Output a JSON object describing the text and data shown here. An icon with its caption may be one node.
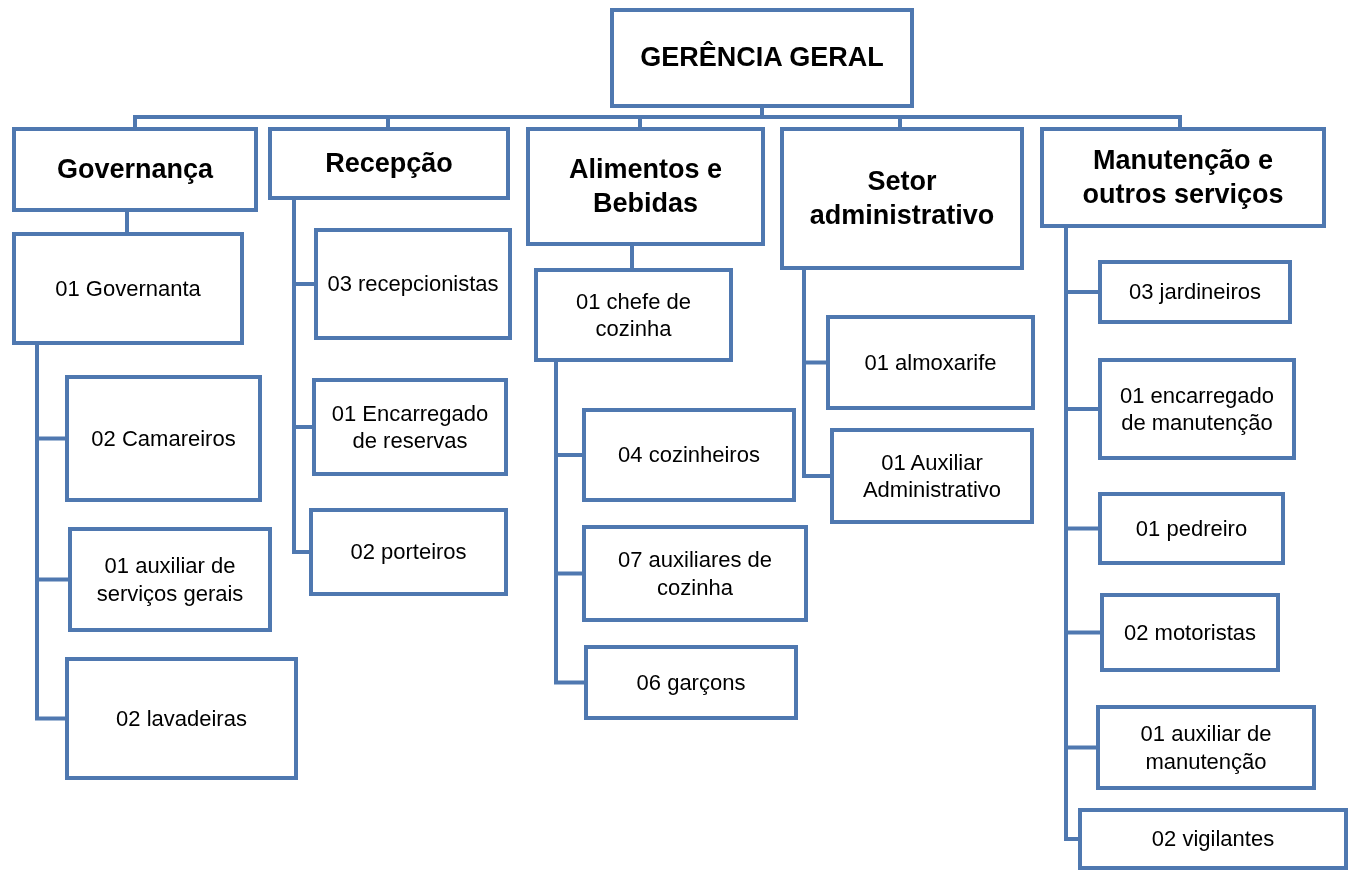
{
  "diagram": {
    "nodes": [
      {
        "text": [
          "GERÊNCIA GERAL"
        ]
      },
      {
        "text": [
          "Governança"
        ]
      },
      {
        "text": [
          "Recepção"
        ]
      },
      {
        "text": [
          "Alimentos e Bebidas"
        ]
      },
      {
        "text": [
          "Setor administrativo"
        ]
      },
      {
        "text": [
          "Manutenção e outros serviços"
        ]
      },
      {
        "text": [
          "01 Governanta"
        ]
      },
      {
        "text": [
          "02 Camareiros"
        ]
      },
      {
        "text": [
          "01 auxiliar de serviços gerais"
        ]
      },
      {
        "text": [
          "02 lavadeiras"
        ]
      },
      {
        "text": [
          "03 recepcionistas"
        ]
      },
      {
        "text": [
          "01 Encarregado de reservas"
        ]
      },
      {
        "text": [
          "02 porteiros"
        ]
      },
      {
        "text": [
          "01 chefe de cozinha"
        ]
      },
      {
        "text": [
          "04 cozinheiros"
        ]
      },
      {
        "text": [
          "07 auxiliares de cozinha"
        ]
      },
      {
        "text": [
          "06 garçons"
        ]
      },
      {
        "text": [
          "01 almoxarife"
        ]
      },
      {
        "text": [
          "01 Auxiliar Administrativo"
        ]
      },
      {
        "text": [
          "03 jardineiros"
        ]
      },
      {
        "text": [
          "01 encarregado de manutenção"
        ]
      },
      {
        "text": [
          "01 pedreiro"
        ]
      },
      {
        "text": [
          "02 motoristas"
        ]
      },
      {
        "text": [
          "01 auxiliar de manutenção"
        ]
      },
      {
        "text": [
          "02 vigilantes"
        ]
      }
    ],
    "edges": [
      {
        "from": 0,
        "to": 1,
        "arrow": "none"
      },
      {
        "from": 0,
        "to": 2,
        "arrow": "none"
      },
      {
        "from": 0,
        "to": 3,
        "arrow": "none"
      },
      {
        "from": 0,
        "to": 4,
        "arrow": "none"
      },
      {
        "from": 0,
        "to": 5,
        "arrow": "none"
      },
      {
        "from": 1,
        "to": 6,
        "arrow": "none"
      },
      {
        "from": 6,
        "to": 7,
        "arrow": "none"
      },
      {
        "from": 6,
        "to": 8,
        "arrow": "none"
      },
      {
        "from": 6,
        "to": 9,
        "arrow": "none"
      },
      {
        "from": 2,
        "to": 10,
        "arrow": "none"
      },
      {
        "from": 2,
        "to": 11,
        "arrow": "none"
      },
      {
        "from": 2,
        "to": 12,
        "arrow": "none"
      },
      {
        "from": 3,
        "to": 13,
        "arrow": "none"
      },
      {
        "from": 13,
        "to": 14,
        "arrow": "none"
      },
      {
        "from": 13,
        "to": 15,
        "arrow": "none"
      },
      {
        "from": 13,
        "to": 16,
        "arrow": "none"
      },
      {
        "from": 4,
        "to": 17,
        "arrow": "none"
      },
      {
        "from": 4,
        "to": 18,
        "arrow": "none"
      },
      {
        "from": 5,
        "to": 19,
        "arrow": "none"
      },
      {
        "from": 5,
        "to": 20,
        "arrow": "none"
      },
      {
        "from": 5,
        "to": 21,
        "arrow": "none"
      },
      {
        "from": 5,
        "to": 22,
        "arrow": "none"
      },
      {
        "from": 5,
        "to": 23,
        "arrow": "none"
      },
      {
        "from": 5,
        "to": 24,
        "arrow": "none"
      }
    ]
  }
}
